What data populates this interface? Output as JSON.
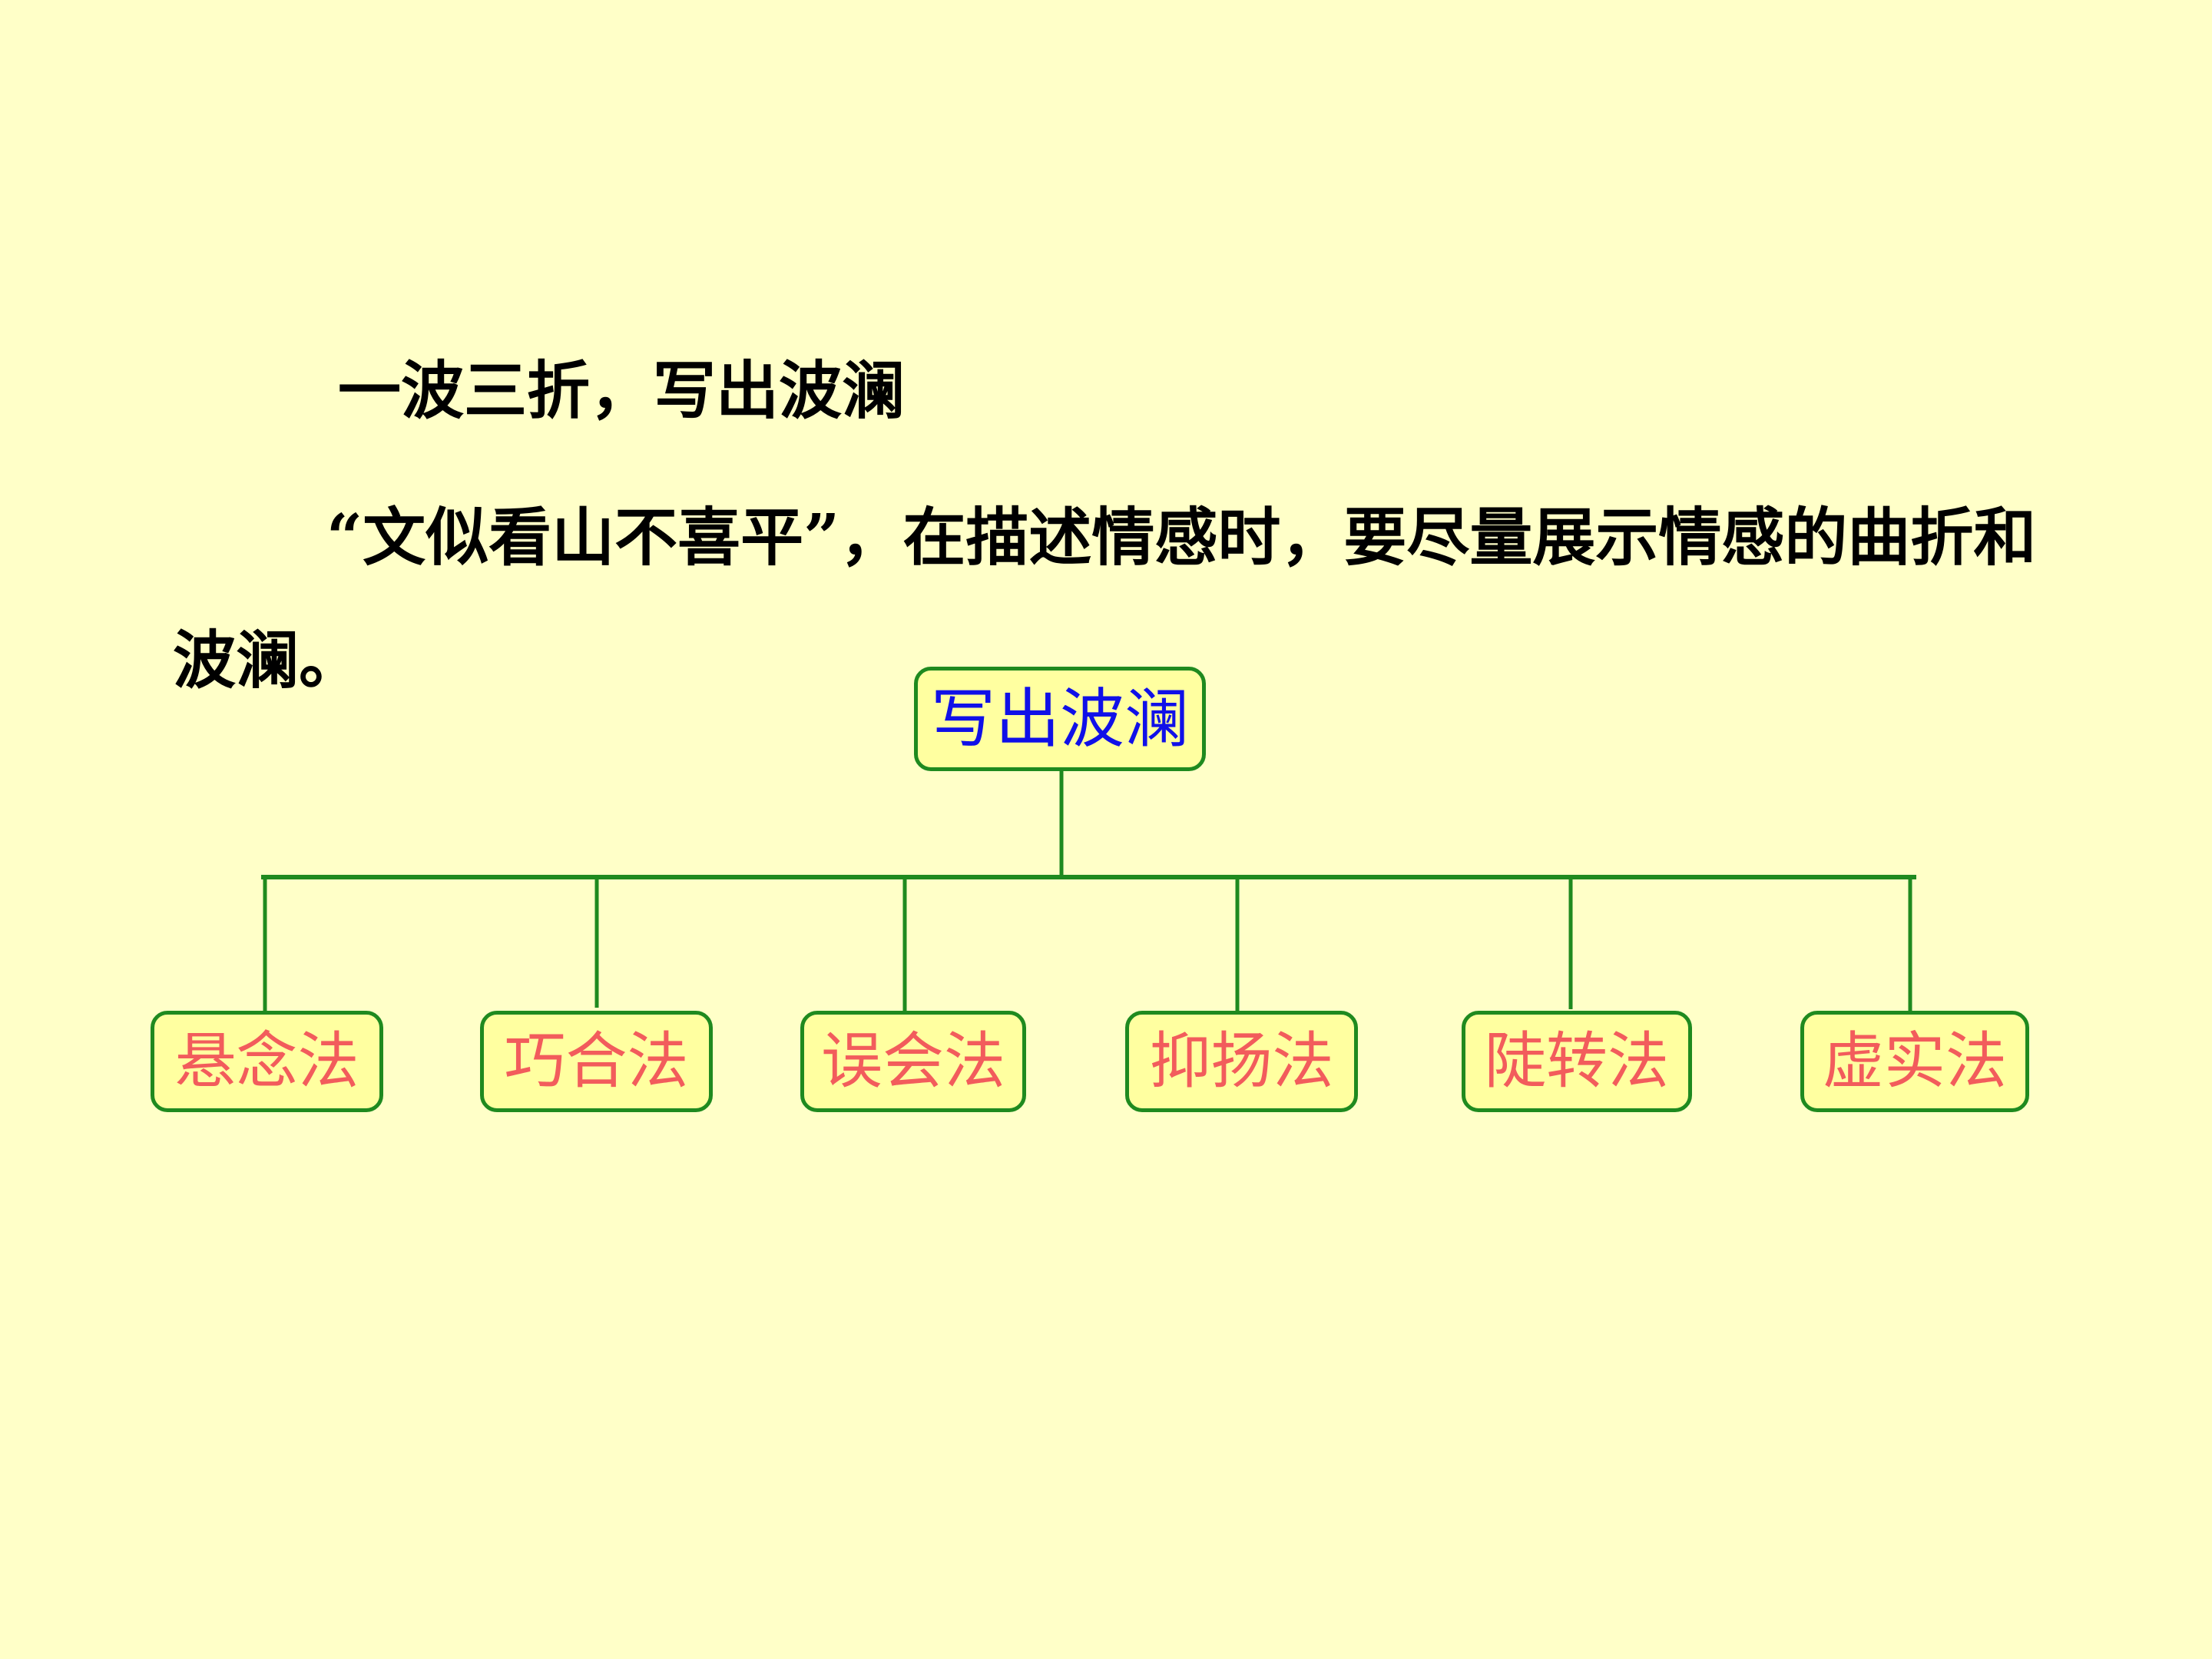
{
  "heading": "一波三折，写出波澜",
  "paragraph": "“文似看山不喜平”，在描述情感时，要尽量展示情感的曲折和波澜。",
  "diagram": {
    "root": "写出波澜",
    "children": [
      "悬念法",
      "巧合法",
      "误会法",
      "抑扬法",
      "陡转法",
      "虚实法"
    ],
    "colors": {
      "line": "#1f8a1f",
      "node_fill": "#ffffa0",
      "root_text": "#1010e8",
      "child_text": "#f25c5c",
      "background": "#ffffc8"
    }
  }
}
